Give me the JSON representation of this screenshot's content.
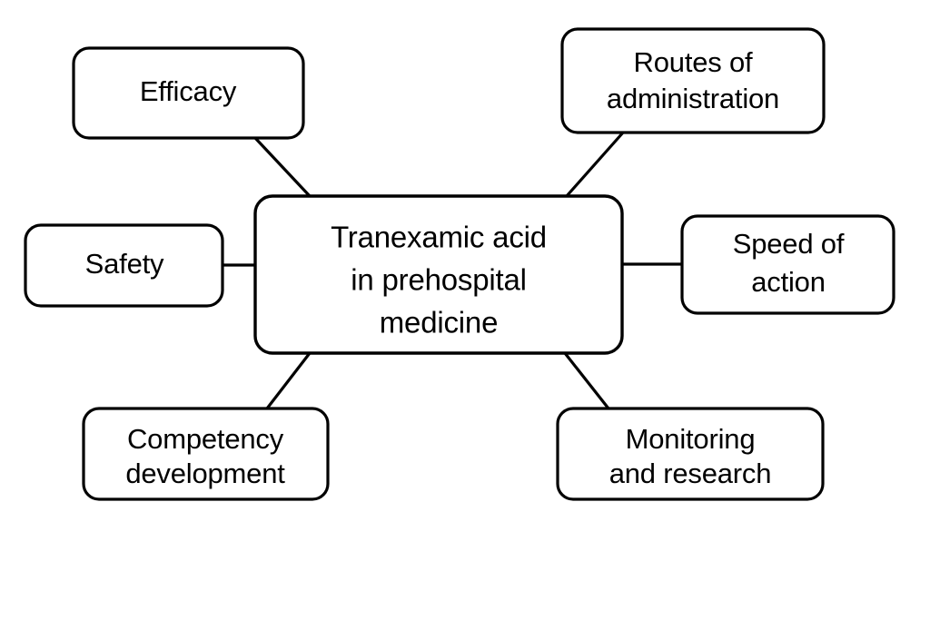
{
  "diagram": {
    "type": "concept-map",
    "title": "Tranexamic acid in prehospital medicine",
    "background_color": "#ffffff",
    "line_color": "#000000",
    "text_color": "#000000",
    "central_node": {
      "id": "central",
      "label": "Tranexamic acid in prehospital medicine",
      "lines": [
        "Tranexamic acid",
        "in prehospital",
        "medicine"
      ]
    },
    "nodes": [
      {
        "id": "efficacy",
        "label": "Efficacy",
        "lines": [
          "Efficacy"
        ],
        "position": "top-left"
      },
      {
        "id": "routes-of-administration",
        "label": "Routes of administration",
        "lines": [
          "Routes of",
          "administration"
        ],
        "position": "top-right"
      },
      {
        "id": "safety",
        "label": "Safety",
        "lines": [
          "Safety"
        ],
        "position": "left"
      },
      {
        "id": "speed-of-action",
        "label": "Speed of action",
        "lines": [
          "Speed of",
          "action"
        ],
        "position": "right"
      },
      {
        "id": "competency-development",
        "label": "Competency development",
        "lines": [
          "Competency",
          "development"
        ],
        "position": "bottom-left"
      },
      {
        "id": "monitoring-and-research",
        "label": "Monitoring and research",
        "lines": [
          "Monitoring",
          "and research"
        ],
        "position": "bottom-right"
      }
    ],
    "edges": [
      {
        "from": "efficacy",
        "to": "central",
        "style": "diagonal"
      },
      {
        "from": "routes-of-administration",
        "to": "central",
        "style": "diagonal"
      },
      {
        "from": "safety",
        "to": "central",
        "style": "horizontal"
      },
      {
        "from": "speed-of-action",
        "to": "central",
        "style": "horizontal"
      },
      {
        "from": "competency-development",
        "to": "central",
        "style": "diagonal"
      },
      {
        "from": "monitoring-and-research",
        "to": "central",
        "style": "diagonal"
      }
    ]
  }
}
